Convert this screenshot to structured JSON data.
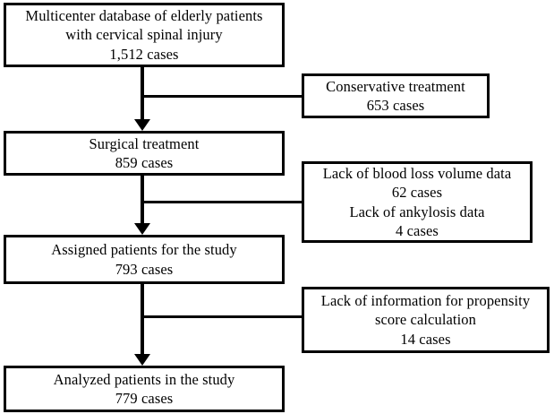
{
  "figure": {
    "type": "flowchart",
    "orientation": "top-to-bottom",
    "style": "patient-selection-flow-diagram",
    "background_color": "#ffffff",
    "line_color": "#000000",
    "text_color": "#000000"
  },
  "nodes": {
    "source": {
      "id": "source",
      "role": "main",
      "lines": [
        "Multicenter database of elderly patients",
        "with cervical spinal injury",
        "1,512 cases"
      ],
      "count": "1,512",
      "count_label": "1,512 cases"
    },
    "surgical": {
      "id": "surgical",
      "role": "main",
      "lines": [
        "Surgical treatment",
        "859 cases"
      ],
      "count": "859",
      "count_label": "859 cases"
    },
    "assigned": {
      "id": "assigned",
      "role": "main",
      "lines": [
        "Assigned patients for the study",
        "793 cases"
      ],
      "count": "793",
      "count_label": "793 cases"
    },
    "analyzed": {
      "id": "analyzed",
      "role": "main",
      "lines": [
        "Analyzed patients in the study",
        "779 cases"
      ],
      "count": "779",
      "count_label": "779 cases"
    },
    "conservative": {
      "id": "conservative",
      "role": "exclusion",
      "lines": [
        "Conservative treatment",
        "653 cases"
      ],
      "count": "653",
      "count_label": "653 cases"
    },
    "bloodloss": {
      "id": "bloodloss",
      "role": "exclusion",
      "lines": [
        "Lack of blood loss volume data",
        "62 cases",
        "Lack of ankylosis data",
        "4 cases"
      ],
      "count_label": "62 cases / 4 cases"
    },
    "propensity": {
      "id": "propensity",
      "role": "exclusion",
      "lines": [
        "Lack of information for propensity",
        "score calculation",
        "14 cases"
      ],
      "count": "14",
      "count_label": "14 cases"
    }
  },
  "edges": [
    {
      "from": "source",
      "to": "surgical",
      "kind": "arrow"
    },
    {
      "from": "source",
      "to": "conservative",
      "kind": "branch"
    },
    {
      "from": "surgical",
      "to": "assigned",
      "kind": "arrow"
    },
    {
      "from": "surgical",
      "to": "bloodloss",
      "kind": "branch"
    },
    {
      "from": "assigned",
      "to": "analyzed",
      "kind": "arrow"
    },
    {
      "from": "assigned",
      "to": "propensity",
      "kind": "branch"
    }
  ]
}
